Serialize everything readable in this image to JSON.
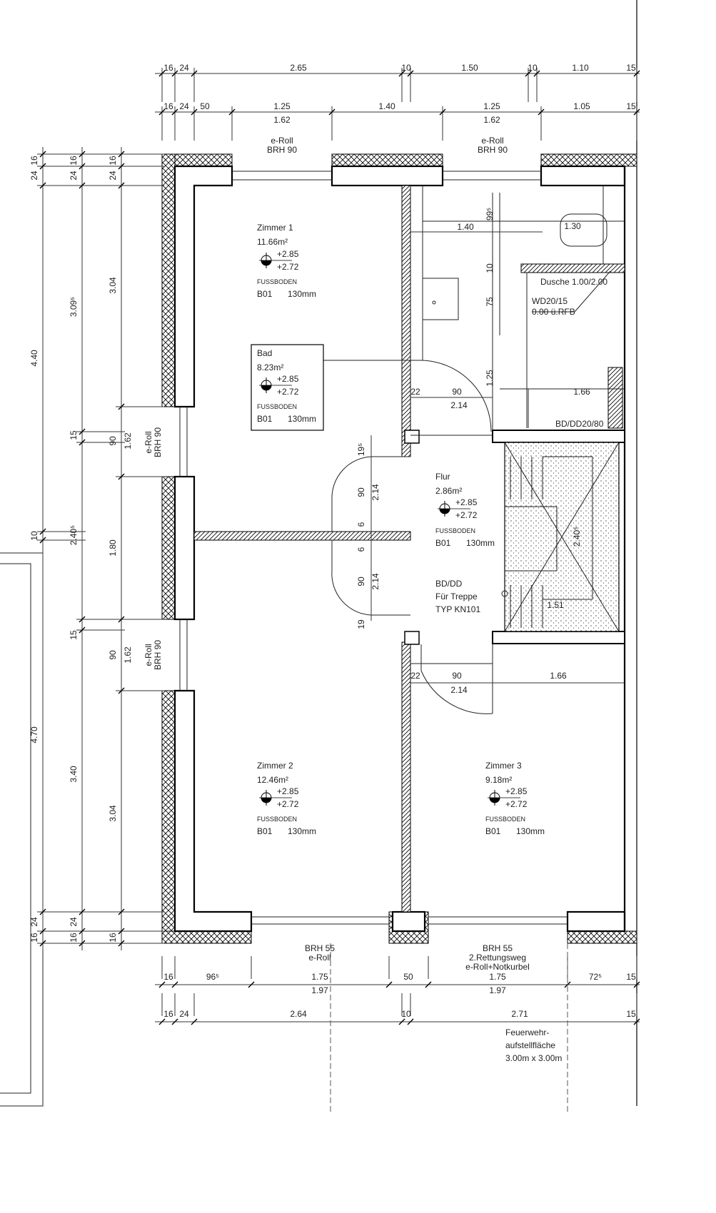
{
  "rooms": {
    "zimmer1": {
      "name": "Zimmer 1",
      "area": "11.66m²",
      "level_top": "+2.85",
      "level_bottom": "+2.72",
      "floor_label": "FUSSBODEN",
      "floor_code": "B01",
      "floor_thickness": "130mm"
    },
    "bad": {
      "name": "Bad",
      "area": "8.23m²",
      "level_top": "+2.85",
      "level_bottom": "+2.72",
      "floor_label": "FUSSBODEN",
      "floor_code": "B01",
      "floor_thickness": "130mm"
    },
    "flur": {
      "name": "Flur",
      "area": "2.86m²",
      "level_top": "+2.85",
      "level_bottom": "+2.72",
      "floor_label": "FUSSBODEN",
      "floor_code": "B01",
      "floor_thickness": "130mm",
      "note1": "BD/DD",
      "note2": "Für Treppe",
      "note3": "TYP KN101"
    },
    "zimmer2": {
      "name": "Zimmer 2",
      "area": "12.46m²",
      "level_top": "+2.85",
      "level_bottom": "+2.72",
      "floor_label": "FUSSBODEN",
      "floor_code": "B01",
      "floor_thickness": "130mm"
    },
    "zimmer3": {
      "name": "Zimmer 3",
      "area": "9.18m²",
      "level_top": "+2.85",
      "level_bottom": "+2.72",
      "floor_label": "FUSSBODEN",
      "floor_code": "B01",
      "floor_thickness": "130mm"
    }
  },
  "windows": {
    "top_left": {
      "type": "e-Roll",
      "brh": "BRH 90"
    },
    "top_right": {
      "type": "e-Roll",
      "brh": "BRH 90"
    },
    "left_upper": {
      "label": "e-Roll",
      "brh": "BRH 90"
    },
    "left_lower": {
      "label": "e-Roll",
      "brh": "BRH 90"
    },
    "bottom_left": {
      "brh": "BRH 55",
      "type": "e-Roll"
    },
    "bottom_right": {
      "brh": "BRH 55",
      "note": "2.Rettungsweg",
      "type": "e-Roll+Notkurbel"
    }
  },
  "dimensions": {
    "top_row1": [
      "16",
      "24",
      "2.65",
      "10",
      "1.50",
      "10",
      "1.10",
      "15"
    ],
    "top_row2": [
      "16",
      "24",
      "50",
      "1.25",
      "1.62",
      "1.40",
      "1.25",
      "1.62",
      "1.05",
      "15"
    ],
    "left_col1": [
      "16",
      "24",
      "4.40",
      "10",
      "4.70",
      "24",
      "16"
    ],
    "left_col2": [
      "16",
      "24",
      "3.09⁵",
      "15",
      "2.40⁵",
      "15",
      "3.40",
      "24",
      "16"
    ],
    "left_col3": [
      "16",
      "24",
      "3.04",
      "90",
      "1.62",
      "1.80",
      "90",
      "1.62",
      "3.04",
      "16"
    ],
    "bottom_row1": [
      "16",
      "96⁵",
      "1.75",
      "1.97",
      "50",
      "1.75",
      "1.97",
      "72⁵",
      "15"
    ],
    "bottom_row2": [
      "16",
      "24",
      "2.64",
      "10",
      "2.71",
      "15"
    ],
    "bath": {
      "width": "1.40",
      "wc": "1.30",
      "d1": "99⁵",
      "d2": "10",
      "d3": "75",
      "d4": "1.25",
      "shower": "Dusche 1.00/2.00",
      "wall_note1": "WD20/15",
      "wall_note2": "0.00 ü.RFB",
      "door_a": "22",
      "door_b": "90",
      "door_c": "2.14",
      "right": "1.66",
      "ceiling": "BD/DD20/80"
    },
    "flur": {
      "a": "19⁵",
      "b": "90",
      "c": "2.14",
      "d": "6",
      "e": "6",
      "f": "90",
      "g": "2.14",
      "h": "19"
    },
    "stair": {
      "length": "2.40⁵",
      "width": "1.51"
    },
    "lower": {
      "a": "22",
      "b": "90",
      "c": "2.14",
      "d": "1.66"
    }
  },
  "fire_area": {
    "line1": "Feuerwehr-",
    "line2": "aufstellfläche",
    "line3": "3.00m x 3.00m"
  }
}
